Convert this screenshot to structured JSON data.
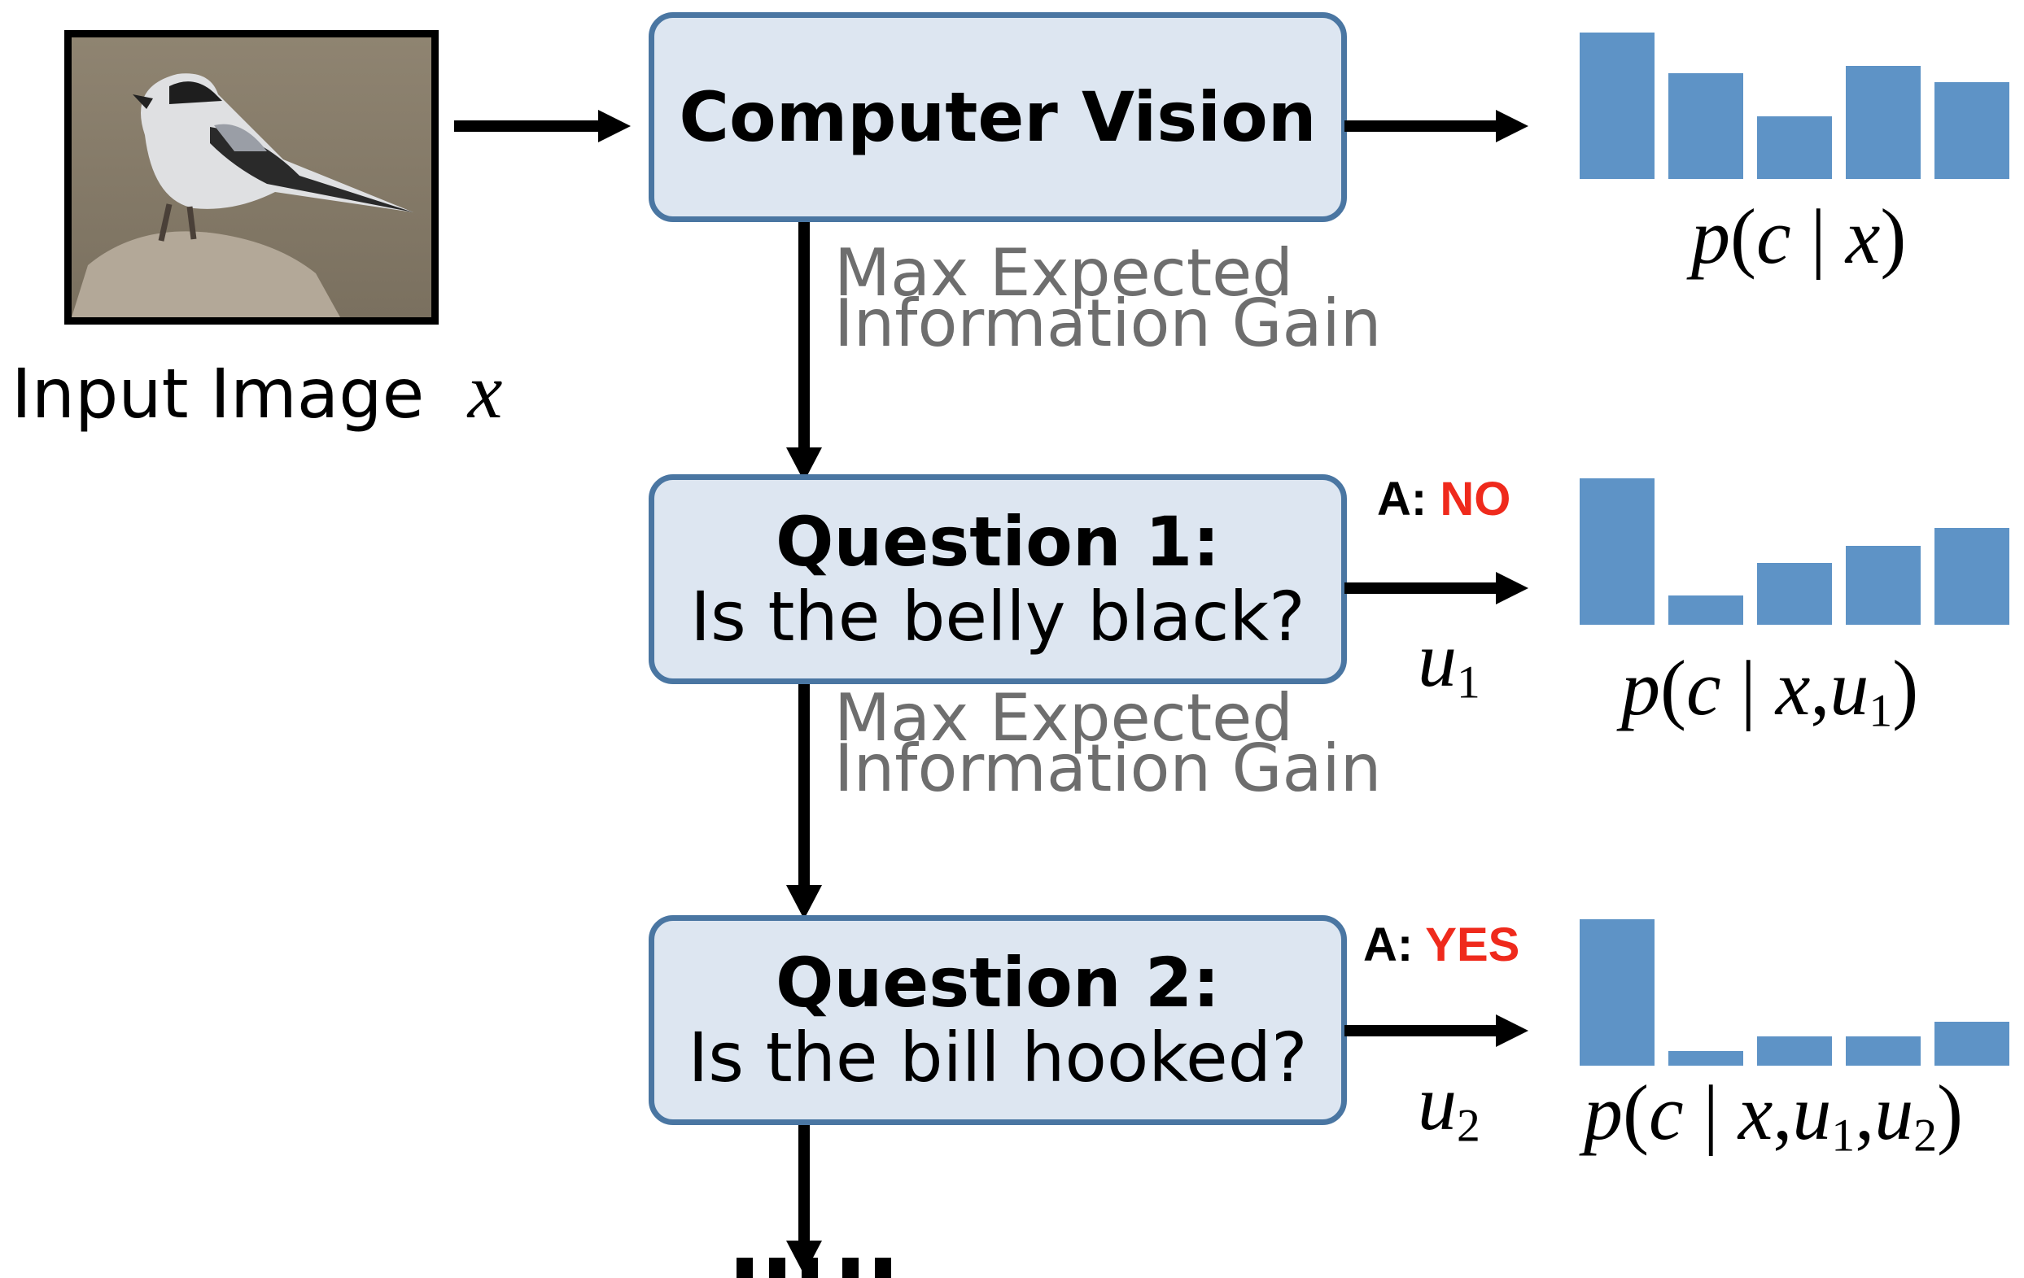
{
  "input": {
    "label": "Input Image",
    "var": "x"
  },
  "computer_vision": {
    "label": "Computer Vision"
  },
  "gain_label_1": {
    "line1": "Max Expected",
    "line2": "Information Gain"
  },
  "gain_label_2": {
    "line1": "Max Expected",
    "line2": "Information Gain"
  },
  "question1": {
    "title": "Question 1:",
    "text": "Is the belly black?",
    "answer_prefix": "A:",
    "answer": "NO",
    "var": "u",
    "var_sub": "1"
  },
  "question2": {
    "title": "Question 2:",
    "text": "Is the bill hooked?",
    "answer_prefix": "A:",
    "answer": "YES",
    "var": "u",
    "var_sub": "2"
  },
  "distributions": [
    {
      "levels": [
        1.0,
        0.72,
        0.43,
        0.77,
        0.66
      ]
    },
    {
      "levels": [
        1.0,
        0.2,
        0.42,
        0.54,
        0.66
      ]
    },
    {
      "levels": [
        1.0,
        0.1,
        0.2,
        0.2,
        0.3
      ]
    }
  ],
  "colors": {
    "bar": "#5e93c6",
    "box_fill": "#dde6f1",
    "box_border": "#4a76a2",
    "answer": "#ef2a1c",
    "gain_text": "#6e6e6e"
  }
}
